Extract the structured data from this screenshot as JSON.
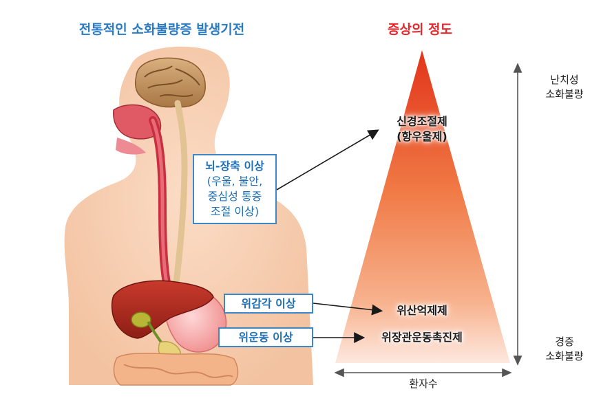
{
  "titles": {
    "left": "전통적인 소화불량증 발생기전",
    "right": "증상의 정도"
  },
  "labels": {
    "brain_gut": {
      "heading": "뇌-장축 이상",
      "lines": [
        "(우울, 불안,",
        "중심성 통증",
        "조절 이상)"
      ]
    },
    "gastric_sensation": "위감각 이상",
    "gastric_motility": "위운동 이상"
  },
  "pyramid": {
    "top_line1": "신경조절제",
    "top_line2": "(항우울제)",
    "mid": "위산억제제",
    "bottom": "위장관운동촉진제"
  },
  "axis": {
    "vertical_top_line1": "난치성",
    "vertical_top_line2": "소화불량",
    "vertical_bottom_line1": "경증",
    "vertical_bottom_line2": "소화불량",
    "horizontal": "환자수"
  },
  "colors": {
    "title_blue": "#2a7bc4",
    "title_red": "#e8262c",
    "pyramid_top": "#e53a1c",
    "pyramid_bottom": "#fbe3d8"
  }
}
